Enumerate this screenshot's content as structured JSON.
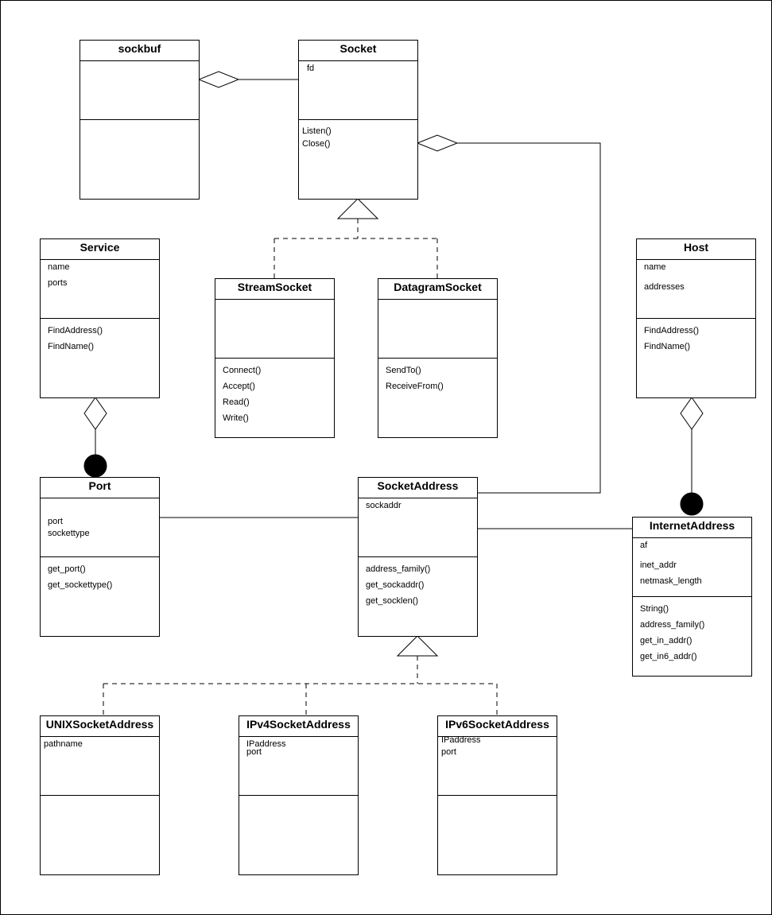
{
  "classes": {
    "sockbuf": {
      "name": "sockbuf",
      "attributes": [],
      "methods": []
    },
    "socket": {
      "name": "Socket",
      "attributes": [
        "fd"
      ],
      "methods": [
        "Listen()",
        "Close()"
      ]
    },
    "service": {
      "name": "Service",
      "attributes": [
        "name",
        "ports"
      ],
      "methods": [
        "FindAddress()",
        "FindName()"
      ]
    },
    "stream_socket": {
      "name": "StreamSocket",
      "attributes": [],
      "methods": [
        "Connect()",
        "Accept()",
        "Read()",
        "Write()"
      ]
    },
    "datagram_socket": {
      "name": "DatagramSocket",
      "attributes": [],
      "methods": [
        "SendTo()",
        "ReceiveFrom()"
      ]
    },
    "host": {
      "name": "Host",
      "attributes": [
        "name",
        "addresses"
      ],
      "methods": [
        "FindAddress()",
        "FindName()"
      ]
    },
    "port": {
      "name": "Port",
      "attributes": [
        "port",
        "sockettype"
      ],
      "methods": [
        "get_port()",
        "get_sockettype()"
      ]
    },
    "socket_address": {
      "name": "SocketAddress",
      "attributes": [
        "sockaddr"
      ],
      "methods": [
        "address_family()",
        "get_sockaddr()",
        "get_socklen()"
      ]
    },
    "internet_address": {
      "name": "InternetAddress",
      "attributes": [
        "af",
        "inet_addr",
        "netmask_length"
      ],
      "methods": [
        "String()",
        "address_family()",
        "get_in_addr()",
        "get_in6_addr()"
      ]
    },
    "unix_socket_address": {
      "name": "UNIXSocketAddress",
      "attributes": [
        "pathname"
      ],
      "methods": []
    },
    "ipv4_socket_address": {
      "name": "IPv4SocketAddress",
      "attributes": [
        "IPaddress",
        "port"
      ],
      "methods": []
    },
    "ipv6_socket_address": {
      "name": "IPv6SocketAddress",
      "attributes": [
        "IPaddress",
        "port"
      ],
      "methods": []
    }
  }
}
